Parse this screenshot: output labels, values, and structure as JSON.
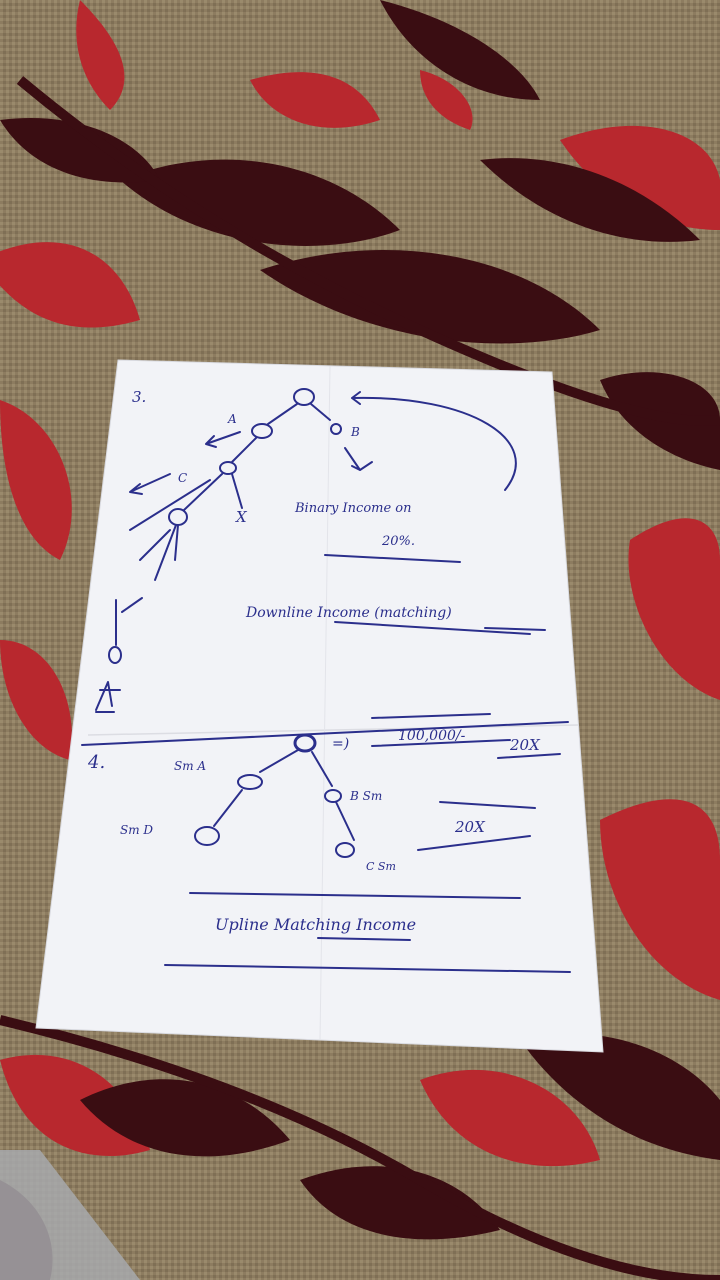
{
  "notes": {
    "section_3": {
      "number": "3.",
      "labels": {
        "a": "A",
        "b": "B",
        "c": "C",
        "x": "X"
      },
      "binary_income": "Binary Income on",
      "binary_percent": "20%.",
      "downline_income": "Downline Income (matching)"
    },
    "section_4": {
      "number": "4.",
      "amount": "100,000/-",
      "multiplier_top": "20X",
      "left_node": "Sm A",
      "right_node": "B Sm",
      "far_left_node": "Sm D",
      "far_right_node": "C Sm",
      "multiplier_mid": "20X",
      "upline_income": "Upline Matching Income"
    }
  },
  "colors": {
    "ink": "#2b2f8c",
    "paper": "#f2f3f7",
    "carpet_beige": "#8d7c60",
    "carpet_red": "#b8282e",
    "carpet_dark": "#3a0d12"
  }
}
